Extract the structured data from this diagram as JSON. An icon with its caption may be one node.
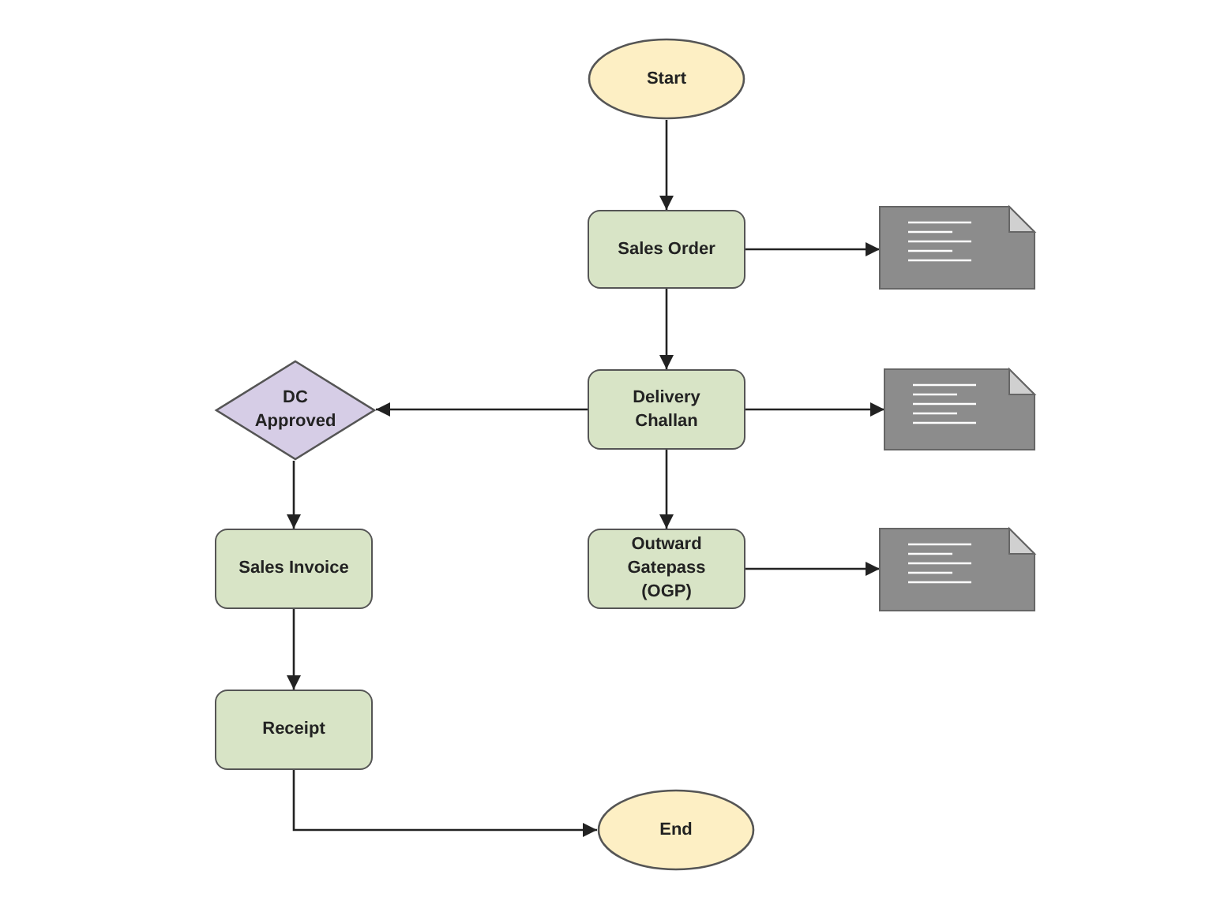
{
  "diagram": {
    "nodes": [
      {
        "text": [
          "Start"
        ]
      },
      {
        "text": [
          "Sales Order"
        ]
      },
      {
        "text": [],
        "shape": "document"
      },
      {
        "text": [
          "DC Approved"
        ]
      },
      {
        "text": [
          "Delivery Challan"
        ]
      },
      {
        "text": [],
        "shape": "document"
      },
      {
        "text": [
          "Sales Invoice"
        ]
      },
      {
        "text": [
          "Outward Gatepass (OGP)"
        ]
      },
      {
        "text": [],
        "shape": "document"
      },
      {
        "text": [
          "Receipt"
        ]
      },
      {
        "text": [
          "End"
        ]
      }
    ],
    "edges": [
      {
        "from": 0,
        "to": 1,
        "arrow": "to"
      },
      {
        "from": 1,
        "to": 2,
        "arrow": "to"
      },
      {
        "from": 1,
        "to": 4,
        "arrow": "to"
      },
      {
        "from": 4,
        "to": 5,
        "arrow": "to"
      },
      {
        "from": 4,
        "to": 3,
        "arrow": "to"
      },
      {
        "from": 4,
        "to": 7,
        "arrow": "to"
      },
      {
        "from": 7,
        "to": 8,
        "arrow": "to"
      },
      {
        "from": 3,
        "to": 6,
        "arrow": "to"
      },
      {
        "from": 6,
        "to": 9,
        "arrow": "to"
      },
      {
        "from": 9,
        "to": 10,
        "arrow": "to"
      }
    ]
  }
}
